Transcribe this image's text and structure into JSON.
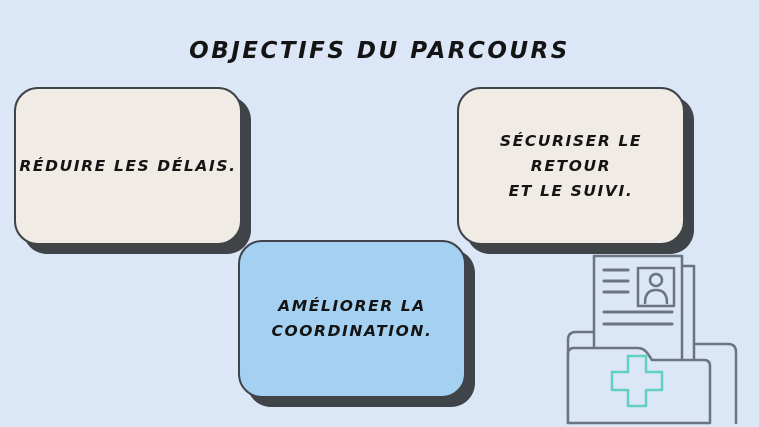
{
  "title": "OBJECTIFS DU PARCOURS",
  "objectives": [
    {
      "text": "RÉDUIRE LES DÉLAIS."
    },
    {
      "text": "SÉCURISER LE RETOUR\nET LE SUIVI."
    },
    {
      "text": "AMÉLIORER LA\nCOORDINATION."
    }
  ],
  "illustration": {
    "icon": "medical-folder-icon",
    "colors": {
      "outline": "#6b7480",
      "cross": "#5fd1c3"
    }
  },
  "colors": {
    "background": "#dbe6f7",
    "card_neutral": "#f1ebe6",
    "card_highlight": "#a4d0f2",
    "card_border": "#3f4448"
  }
}
